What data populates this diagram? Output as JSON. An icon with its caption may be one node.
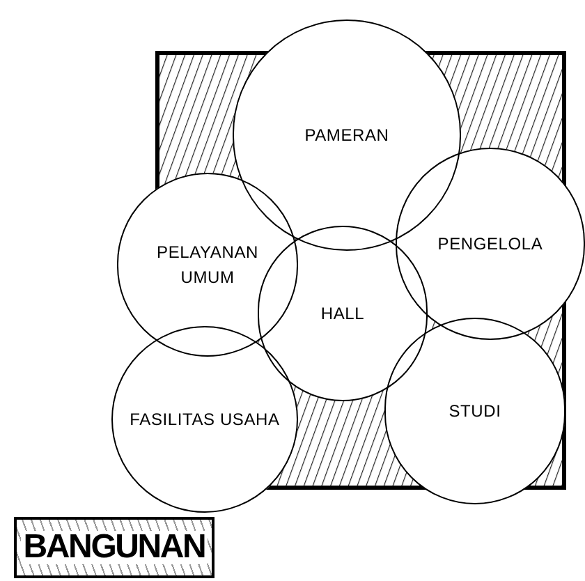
{
  "diagram": {
    "nodes": [
      {
        "text": [
          "PAMERAN"
        ]
      },
      {
        "text": [
          "PELAYANAN UMUM"
        ]
      },
      {
        "text": [
          "PENGELOLA"
        ]
      },
      {
        "text": [
          "HALL"
        ]
      },
      {
        "text": [
          "FASILITAS USAHA"
        ]
      },
      {
        "text": [
          "STUDI"
        ]
      },
      {
        "text": [
          "BANGUNAN"
        ]
      }
    ]
  }
}
